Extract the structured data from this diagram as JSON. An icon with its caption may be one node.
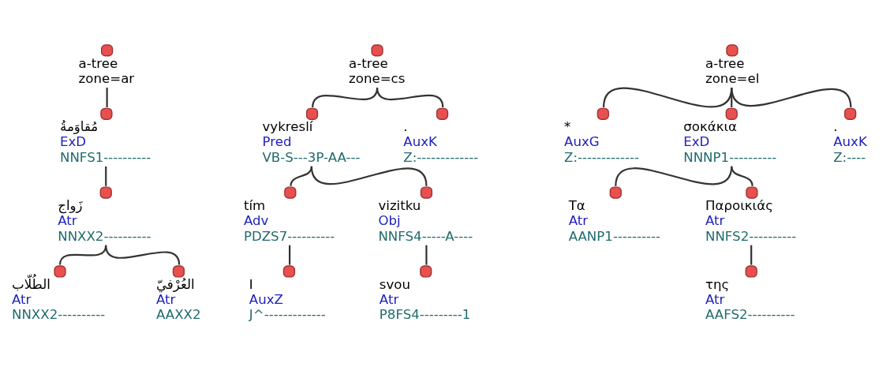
{
  "diagram": {
    "nodes": [
      {
        "text": [
          "a-tree",
          "zone=ar"
        ]
      },
      {
        "text": [
          "مُقاوَمةُ",
          "ExD",
          "NNFS1----------"
        ]
      },
      {
        "text": [
          "زَواج",
          "Atr",
          "NNXX2----------"
        ]
      },
      {
        "text": [
          "الطُلّاب",
          "Atr",
          "NNXX2----------"
        ]
      },
      {
        "text": [
          "العُرْفيّ",
          "Atr",
          "AAXX2"
        ]
      },
      {
        "text": [
          "a-tree",
          "zone=cs"
        ]
      },
      {
        "text": [
          "vykreslí",
          "Pred",
          "VB-S---3P-AA---"
        ]
      },
      {
        "text": [
          ".",
          "AuxK",
          "Z:-------------"
        ]
      },
      {
        "text": [
          "tím",
          "Adv",
          "PDZS7----------"
        ]
      },
      {
        "text": [
          "vizitku",
          "Obj",
          "NNFS4-----A----"
        ]
      },
      {
        "text": [
          "I",
          "AuxZ",
          "J^-------------"
        ]
      },
      {
        "text": [
          "svou",
          "Atr",
          "P8FS4---------1"
        ]
      },
      {
        "text": [
          "a-tree",
          "zone=el"
        ]
      },
      {
        "text": [
          "*",
          "AuxG",
          "Z:-------------"
        ]
      },
      {
        "text": [
          "σοκάκια",
          "ExD",
          "NNNP1----------"
        ]
      },
      {
        "text": [
          ".",
          "AuxK",
          "Z:----"
        ]
      },
      {
        "text": [
          "Τα",
          "Atr",
          "AANP1----------"
        ]
      },
      {
        "text": [
          "Παροικιάς",
          "Atr",
          "NNFS2----------"
        ]
      },
      {
        "text": [
          "της",
          "Atr",
          "AAFS2----------"
        ]
      }
    ],
    "edges": [
      {
        "from": 0,
        "to": 1,
        "arrow": "none"
      },
      {
        "from": 1,
        "to": 2,
        "arrow": "none"
      },
      {
        "from": 2,
        "to": 3,
        "arrow": "none"
      },
      {
        "from": 2,
        "to": 4,
        "arrow": "none"
      },
      {
        "from": 5,
        "to": 6,
        "arrow": "none"
      },
      {
        "from": 5,
        "to": 7,
        "arrow": "none"
      },
      {
        "from": 6,
        "to": 8,
        "arrow": "none"
      },
      {
        "from": 6,
        "to": 9,
        "arrow": "none"
      },
      {
        "from": 8,
        "to": 10,
        "arrow": "none"
      },
      {
        "from": 9,
        "to": 11,
        "arrow": "none"
      },
      {
        "from": 12,
        "to": 13,
        "arrow": "none"
      },
      {
        "from": 12,
        "to": 14,
        "arrow": "none"
      },
      {
        "from": 12,
        "to": 15,
        "arrow": "none"
      },
      {
        "from": 14,
        "to": 16,
        "arrow": "none"
      },
      {
        "from": 14,
        "to": 17,
        "arrow": "none"
      },
      {
        "from": 17,
        "to": 18,
        "arrow": "none"
      }
    ]
  }
}
